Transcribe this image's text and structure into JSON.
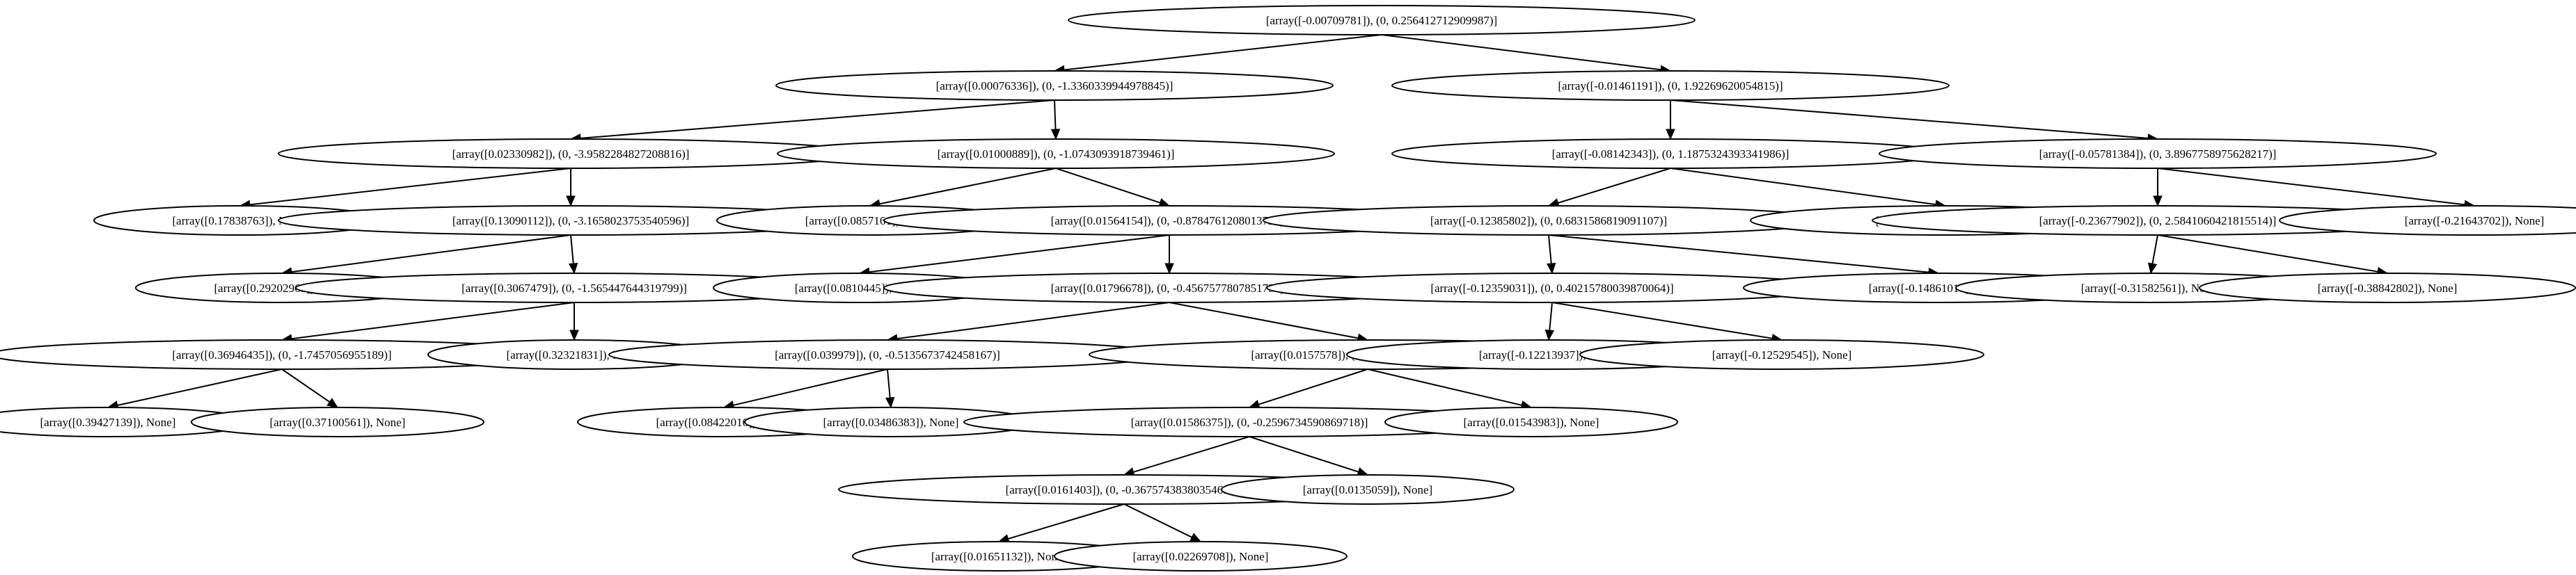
{
  "tree": {
    "nodes": [
      {
        "id": "n0",
        "label": "[array([-0.00709781]), (0, 0.256412712909987)]"
      },
      {
        "id": "n1",
        "label": "[array([0.00076336]), (0, -1.3360339944978845)]"
      },
      {
        "id": "n2",
        "label": "[array([-0.01461191]), (0, 1.92269620054815)]"
      },
      {
        "id": "n3",
        "label": "[array([0.02330982]), (0, -3.9582284827208816)]"
      },
      {
        "id": "n4",
        "label": "[array([0.01000889]), (0, -1.0743093918739461)]"
      },
      {
        "id": "n5",
        "label": "[array([-0.08142343]), (0, 1.1875324393341986)]"
      },
      {
        "id": "n6",
        "label": "[array([-0.05781384]), (0, 3.8967758975628217)]"
      },
      {
        "id": "n7",
        "label": "[array([0.17838763]), None]"
      },
      {
        "id": "n8",
        "label": "[array([0.13090112]), (0, -3.1658023753540596)]"
      },
      {
        "id": "n9",
        "label": "[array([0.0857161]), None]"
      },
      {
        "id": "n10",
        "label": "[array([0.01564154]), (0, -0.8784761208013792)]"
      },
      {
        "id": "n11",
        "label": "[array([-0.12385802]), (0, 0.6831586819091107)]"
      },
      {
        "id": "n12",
        "label": "[array([-0.22695037]), None]"
      },
      {
        "id": "n13",
        "label": "[array([-0.23677902]), (0, 2.5841060421815514)]"
      },
      {
        "id": "n14",
        "label": "[array([-0.21643702]), None]"
      },
      {
        "id": "n15",
        "label": "[array([0.29202965]), None]"
      },
      {
        "id": "n16",
        "label": "[array([0.3067479]), (0, -1.565447644319799)]"
      },
      {
        "id": "n17",
        "label": "[array([0.0810445]), None]"
      },
      {
        "id": "n18",
        "label": "[array([0.01796678]), (0, -0.4567577807851734)]"
      },
      {
        "id": "n19",
        "label": "[array([-0.12359031]), (0, 0.40215780039870064)]"
      },
      {
        "id": "n20",
        "label": "[array([-0.14861014]), None]"
      },
      {
        "id": "n21",
        "label": "[array([-0.31582561]), None]"
      },
      {
        "id": "n22",
        "label": "[array([-0.38842802]), None]"
      },
      {
        "id": "n23",
        "label": "[array([0.36946435]), (0, -1.7457056955189)]"
      },
      {
        "id": "n24",
        "label": "[array([0.32321831]), None]"
      },
      {
        "id": "n25",
        "label": "[array([0.039979]), (0, -0.5135673742458167)]"
      },
      {
        "id": "n26",
        "label": "[array([0.0157578]), (0, 0.13130944963990981)]"
      },
      {
        "id": "n27",
        "label": "[array([-0.12213937]), None]"
      },
      {
        "id": "n28",
        "label": "[array([-0.12529545]), None]"
      },
      {
        "id": "n29",
        "label": "[array([0.39427139]), None]"
      },
      {
        "id": "n30",
        "label": "[array([0.37100561]), None]"
      },
      {
        "id": "n31",
        "label": "[array([0.08422016]), None]"
      },
      {
        "id": "n32",
        "label": "[array([0.03486383]), None]"
      },
      {
        "id": "n33",
        "label": "[array([0.01586375]), (0, -0.2596734590869718)]"
      },
      {
        "id": "n34",
        "label": "[array([0.01543983]), None]"
      },
      {
        "id": "n35",
        "label": "[array([0.0161403]), (0, -0.36757438380354657)]"
      },
      {
        "id": "n36",
        "label": "[array([0.0135059]), None]"
      },
      {
        "id": "n37",
        "label": "[array([0.01651132]), None]"
      },
      {
        "id": "n38",
        "label": "[array([0.02269708]), None]"
      }
    ],
    "edges": [
      [
        "n0",
        "n1"
      ],
      [
        "n0",
        "n2"
      ],
      [
        "n1",
        "n3"
      ],
      [
        "n1",
        "n4"
      ],
      [
        "n2",
        "n5"
      ],
      [
        "n2",
        "n6"
      ],
      [
        "n3",
        "n7"
      ],
      [
        "n3",
        "n8"
      ],
      [
        "n4",
        "n9"
      ],
      [
        "n4",
        "n10"
      ],
      [
        "n5",
        "n11"
      ],
      [
        "n5",
        "n12"
      ],
      [
        "n6",
        "n13"
      ],
      [
        "n6",
        "n14"
      ],
      [
        "n8",
        "n15"
      ],
      [
        "n8",
        "n16"
      ],
      [
        "n10",
        "n17"
      ],
      [
        "n10",
        "n18"
      ],
      [
        "n11",
        "n19"
      ],
      [
        "n11",
        "n20"
      ],
      [
        "n13",
        "n21"
      ],
      [
        "n13",
        "n22"
      ],
      [
        "n16",
        "n23"
      ],
      [
        "n16",
        "n24"
      ],
      [
        "n18",
        "n25"
      ],
      [
        "n18",
        "n26"
      ],
      [
        "n19",
        "n27"
      ],
      [
        "n19",
        "n28"
      ],
      [
        "n23",
        "n29"
      ],
      [
        "n23",
        "n30"
      ],
      [
        "n25",
        "n31"
      ],
      [
        "n25",
        "n32"
      ],
      [
        "n26",
        "n33"
      ],
      [
        "n26",
        "n34"
      ],
      [
        "n33",
        "n35"
      ],
      [
        "n33",
        "n36"
      ],
      [
        "n35",
        "n37"
      ],
      [
        "n35",
        "n38"
      ]
    ]
  }
}
